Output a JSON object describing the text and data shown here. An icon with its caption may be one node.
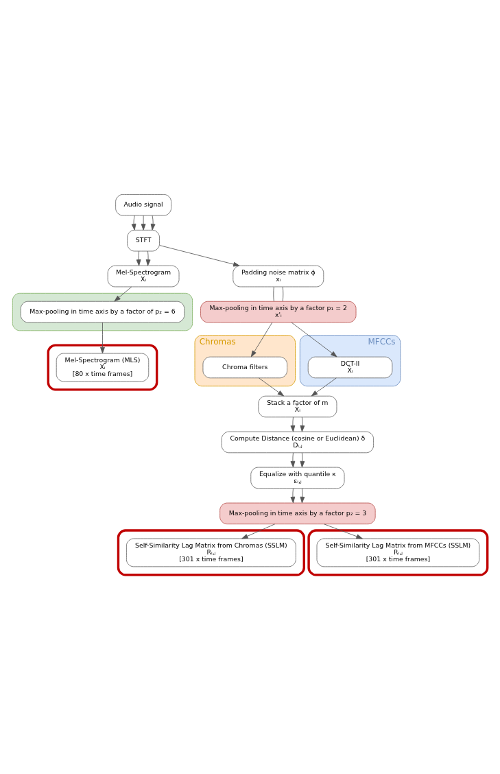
{
  "diagram": {
    "nodes": [
      {
        "text": [
          "Audio signal"
        ]
      },
      {
        "text": [
          "STFT"
        ]
      },
      {
        "text": [
          "Chromas"
        ]
      },
      {
        "text": [
          "MFCCs"
        ]
      },
      {
        "text": [],
        "shape": "box"
      },
      {
        "text": [
          "Mel-Spectrogram",
          "Xᵢ"
        ]
      },
      {
        "text": [
          "Padding noise matrix ϕ",
          "xᵢ"
        ]
      },
      {
        "text": [
          "Max-pooling in time axis by a factor p₁ = 2",
          "x'ᵢ"
        ]
      },
      {
        "text": [
          "Chroma filters"
        ],
        "in": 2
      },
      {
        "text": [
          "DCT-II",
          "X̃ᵢ"
        ],
        "in": 3
      },
      {
        "text": [
          "Stack a factor of m",
          "X̂ᵢ"
        ]
      },
      {
        "text": [
          "Compute Distance (cosine or Euclidean) δ",
          "Dᵢ,ⱼ"
        ]
      },
      {
        "text": [
          "Equalize with quantile κ",
          "εᵢ,ⱼ"
        ]
      },
      {
        "text": [
          "Max-pooling in time axis by a factor p₂ = 3"
        ]
      },
      {
        "text": [
          "Max-pooling in time axis by a factor of p₂ = 6"
        ],
        "in": 4
      },
      {
        "text": [],
        "shape": "box"
      },
      {
        "text": [
          "Self-Similarity Lag Matrix from Chromas (SSLM)",
          "Rᵢ,ⱼ",
          "[301 x time frames]"
        ],
        "in": 15
      },
      {
        "text": [],
        "shape": "box"
      },
      {
        "text": [
          "Self-Similarity Lag Matrix from MFCCs (SSLM)",
          "Rᵢ,ⱼ",
          "[301 x time frames]"
        ],
        "in": 17
      },
      {
        "text": [],
        "shape": "box"
      },
      {
        "text": [
          "Mel-Spectrogram (MLS)",
          "Xᵢ",
          "[80 x time frames]"
        ],
        "in": 19
      }
    ],
    "edges": [
      {
        "from": 0,
        "to": 1,
        "arrow": "to"
      },
      {
        "from": 0,
        "to": 1,
        "arrow": "to"
      },
      {
        "from": 0,
        "to": 1,
        "arrow": "to"
      },
      {
        "from": 1,
        "to": 6,
        "arrow": "to"
      },
      {
        "from": 1,
        "to": 5,
        "arrow": "to"
      },
      {
        "from": 1,
        "to": 5,
        "arrow": "to"
      },
      {
        "from": 5,
        "to": 14,
        "arrow": "to"
      },
      {
        "from": 6,
        "to": 7,
        "arrow": "none"
      },
      {
        "from": 6,
        "to": 7,
        "arrow": "none"
      },
      {
        "from": 7,
        "to": 8,
        "arrow": "to"
      },
      {
        "from": 7,
        "to": 9,
        "arrow": "to"
      },
      {
        "from": 8,
        "to": 10,
        "arrow": "to"
      },
      {
        "from": 9,
        "to": 10,
        "arrow": "to"
      },
      {
        "from": 10,
        "to": 11,
        "arrow": "to"
      },
      {
        "from": 10,
        "to": 11,
        "arrow": "to"
      },
      {
        "from": 11,
        "to": 12,
        "arrow": "to"
      },
      {
        "from": 11,
        "to": 12,
        "arrow": "to"
      },
      {
        "from": 12,
        "to": 13,
        "arrow": "to"
      },
      {
        "from": 12,
        "to": 13,
        "arrow": "to"
      },
      {
        "from": 13,
        "to": 16,
        "arrow": "to"
      },
      {
        "from": 13,
        "to": 18,
        "arrow": "to"
      },
      {
        "from": 14,
        "to": 20,
        "arrow": "to"
      }
    ]
  }
}
